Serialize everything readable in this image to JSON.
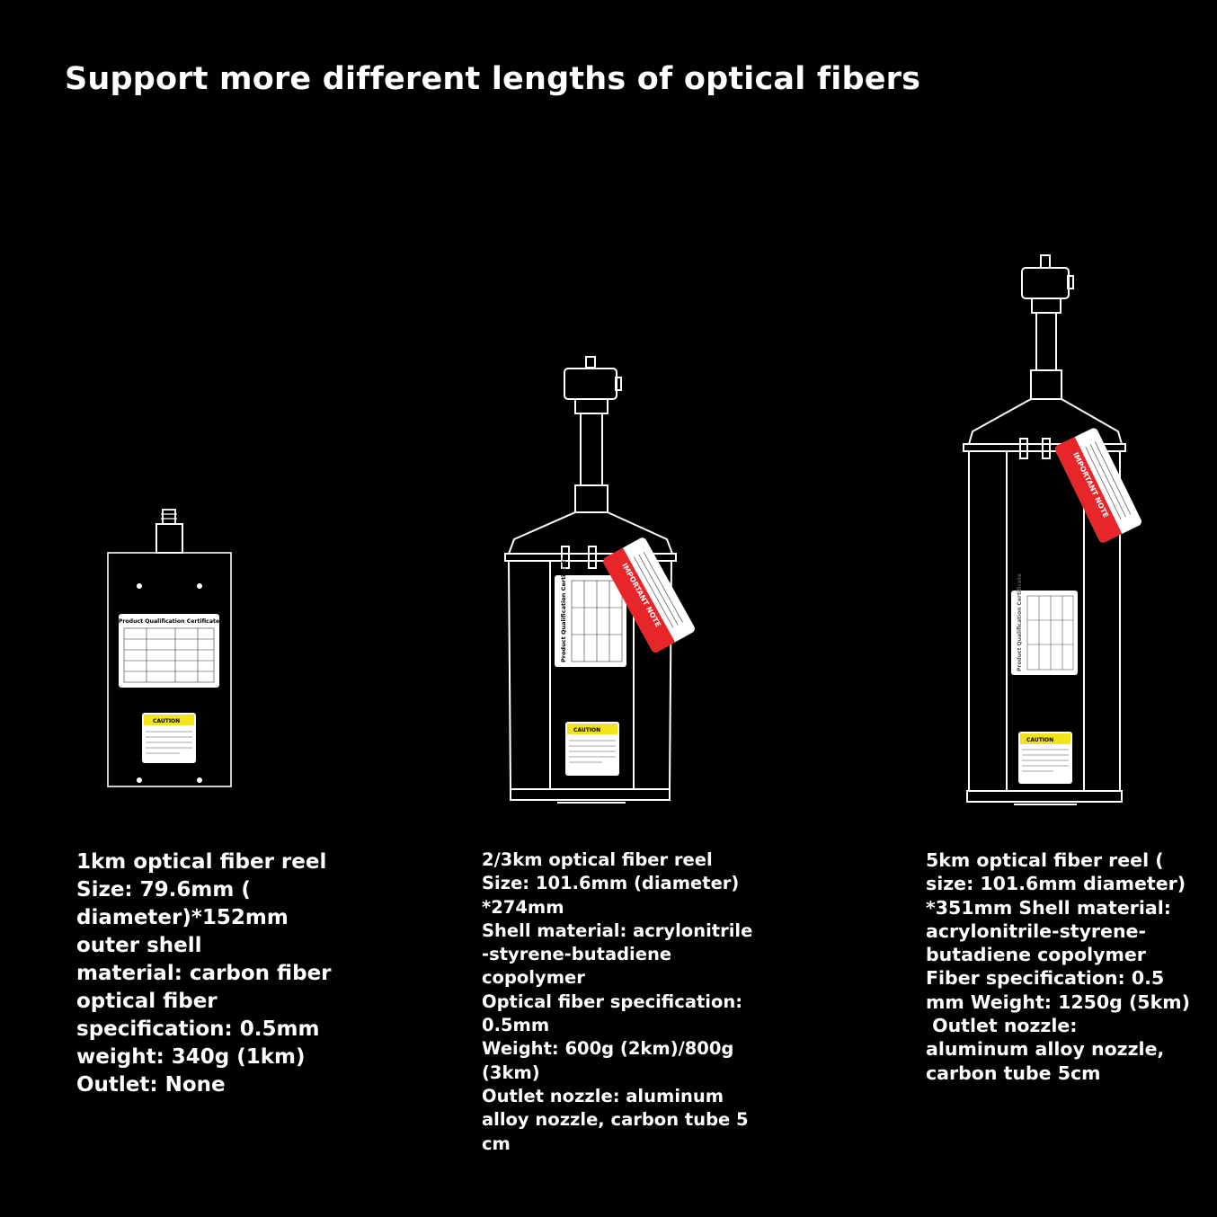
{
  "title": "Support more different lengths of optical fibers",
  "products": [
    {
      "lines": [
        "1km optical fiber reel",
        "Size: 79.6mm (",
        "diameter)*152mm",
        "outer shell",
        "material: carbon fiber",
        "optical fiber",
        "specification: 0.5mm",
        "weight: 340g (1km)",
        "Outlet: None"
      ],
      "certificate_label": "Product Qualification Certificate",
      "caution_label": "CAUTION"
    },
    {
      "lines": [
        "2/3km optical fiber reel",
        "Size: 101.6mm (diameter)",
        "*274mm",
        "Shell material: acrylonitrile",
        "-styrene-butadiene",
        "copolymer",
        "Optical fiber specification:",
        "0.5mm",
        "Weight: 600g (2km)/800g",
        "(3km)",
        "Outlet nozzle: aluminum",
        "alloy nozzle, carbon tube 5",
        "cm"
      ],
      "certificate_label": "Product Qualification Certificate",
      "caution_label": "CAUTION",
      "tag_label": "IMPORTANT NOTE"
    },
    {
      "lines": [
        "5km optical fiber reel (",
        "size: 101.6mm diameter)",
        "*351mm Shell material:",
        "acrylonitrile-styrene-",
        "butadiene copolymer",
        "Fiber specification: 0.5",
        "mm Weight: 1250g (5km)",
        " Outlet nozzle:",
        "aluminum alloy nozzle,",
        "carbon tube 5cm"
      ],
      "certificate_label": "Product Qualification Certificate",
      "caution_label": "CAUTION",
      "tag_label": "IMPORTANT NOTE"
    }
  ],
  "colors": {
    "background": "#000000",
    "outline": "#ffffff",
    "caution_yellow": "#f2e31b",
    "tag_red": "#e8262a"
  }
}
